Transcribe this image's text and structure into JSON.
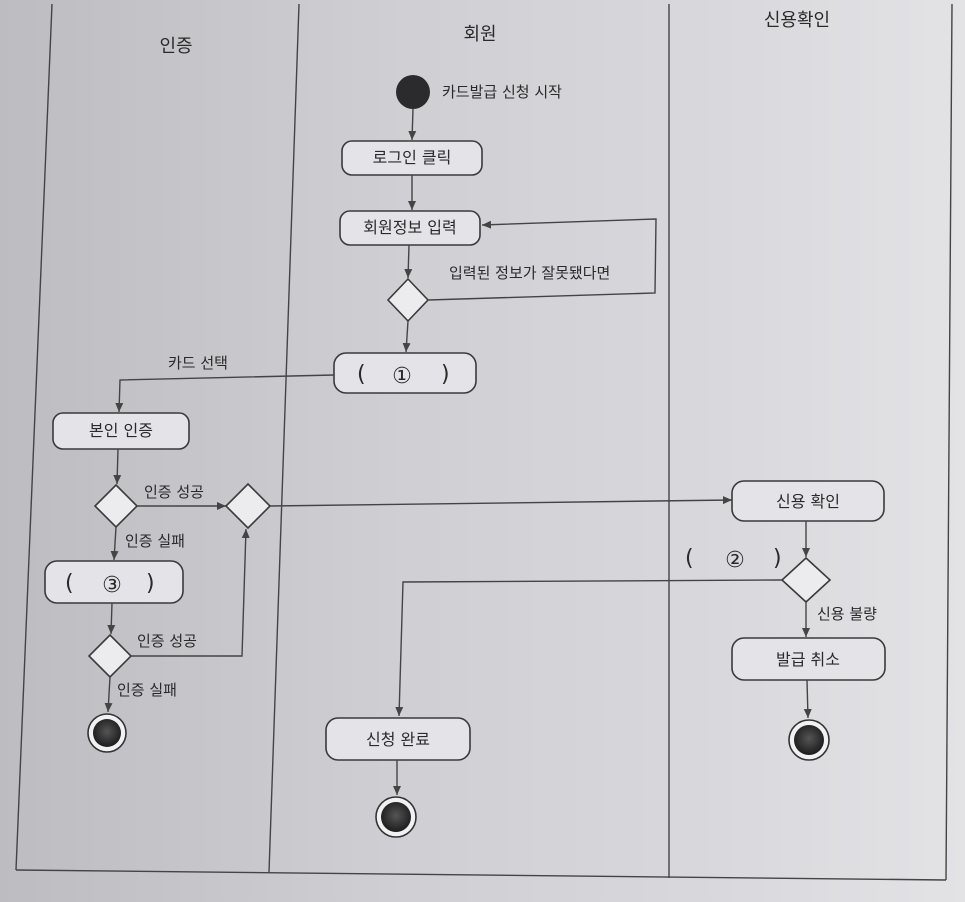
{
  "swimlanes": [
    {
      "label": "인증"
    },
    {
      "label": "회원"
    },
    {
      "label": "신용확인"
    }
  ],
  "start_label": "카드발급 신청 시작",
  "activities": {
    "login": "로그인 클릭",
    "member_info": "회원정보 입력",
    "blank1_open": "(",
    "blank1_num": "①",
    "blank1_close": ")",
    "identity": "본인 인증",
    "blank3_open": "(",
    "blank3_num": "③",
    "blank3_close": ")",
    "credit_check": "신용 확인",
    "issue_cancel": "발급 취소",
    "apply_done": "신청 완료"
  },
  "guards": {
    "invalid_info": "입력된 정보가 잘못됐다면",
    "card_select": "카드 선택",
    "auth_success_1": "인증 성공",
    "auth_fail_1": "인증 실패",
    "auth_success_2": "인증 성공",
    "auth_fail_2": "인증 실패",
    "credit_bad": "신용 불량"
  },
  "blank2": {
    "open": "(",
    "num": "②",
    "close": ")"
  }
}
